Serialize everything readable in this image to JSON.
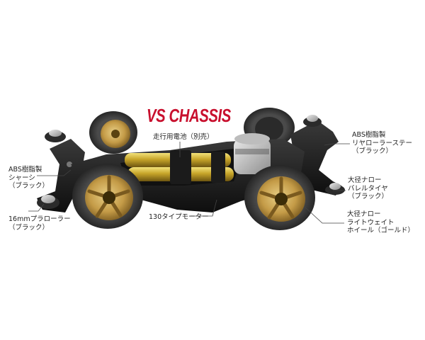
{
  "title": "VS CHASSIS",
  "callouts": {
    "battery": {
      "line1": "走行用電池（別売）"
    },
    "rear_stay": {
      "line1": "ABS樹脂製",
      "line2": "リヤローラーステー",
      "line3": "（ブラック）"
    },
    "chassis": {
      "line1": "ABS樹脂製",
      "line2": "シャーシ",
      "line3": "（ブラック）"
    },
    "tire": {
      "line1": "大径ナロー",
      "line2": "バレルタイヤ",
      "line3": "（ブラック）"
    },
    "roller": {
      "line1": "16mmプラローラー",
      "line2": "（ブラック）"
    },
    "motor": {
      "line1": "130タイプモーター"
    },
    "wheel": {
      "line1": "大径ナロー",
      "line2": "ライトウェイト",
      "line3": "ホイール（ゴールド）"
    }
  },
  "colors": {
    "title": "#c8102e",
    "wheel": "#c9a24a",
    "battery": "#b89a2a",
    "chassis": "#1a1a1a"
  }
}
